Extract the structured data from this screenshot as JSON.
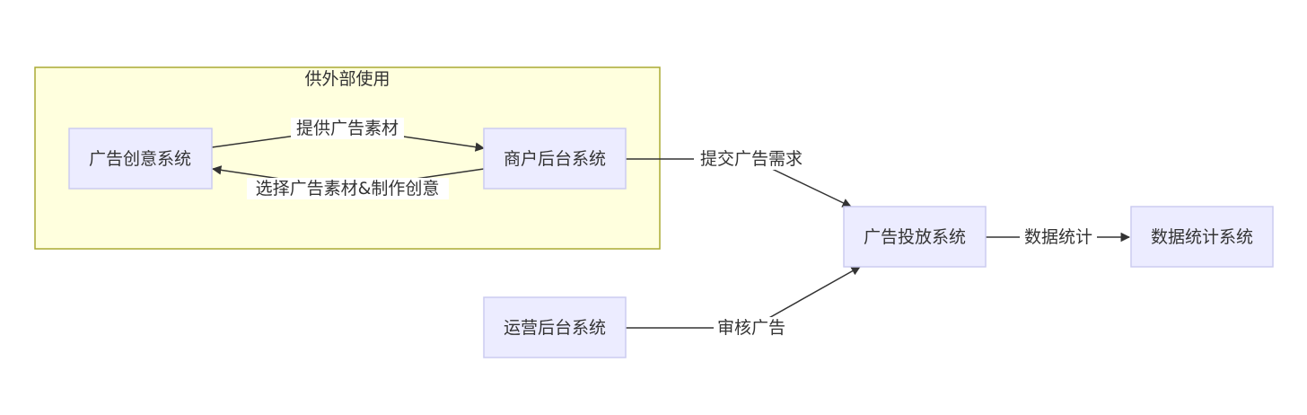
{
  "subgraph": {
    "title": "供外部使用",
    "fill": "#ffffde",
    "stroke": "#aaaa33"
  },
  "nodes": {
    "creative": "广告创意系统",
    "merchant": "商户后台系统",
    "delivery": "广告投放系统",
    "stats": "数据统计系统",
    "ops": "运营后台系统"
  },
  "edges": {
    "creative_to_merchant": "提供广告素材",
    "merchant_to_creative": "选择广告素材&制作创意",
    "merchant_to_delivery": "提交广告需求",
    "ops_to_delivery": "审核广告",
    "delivery_to_stats": "数据统计"
  }
}
